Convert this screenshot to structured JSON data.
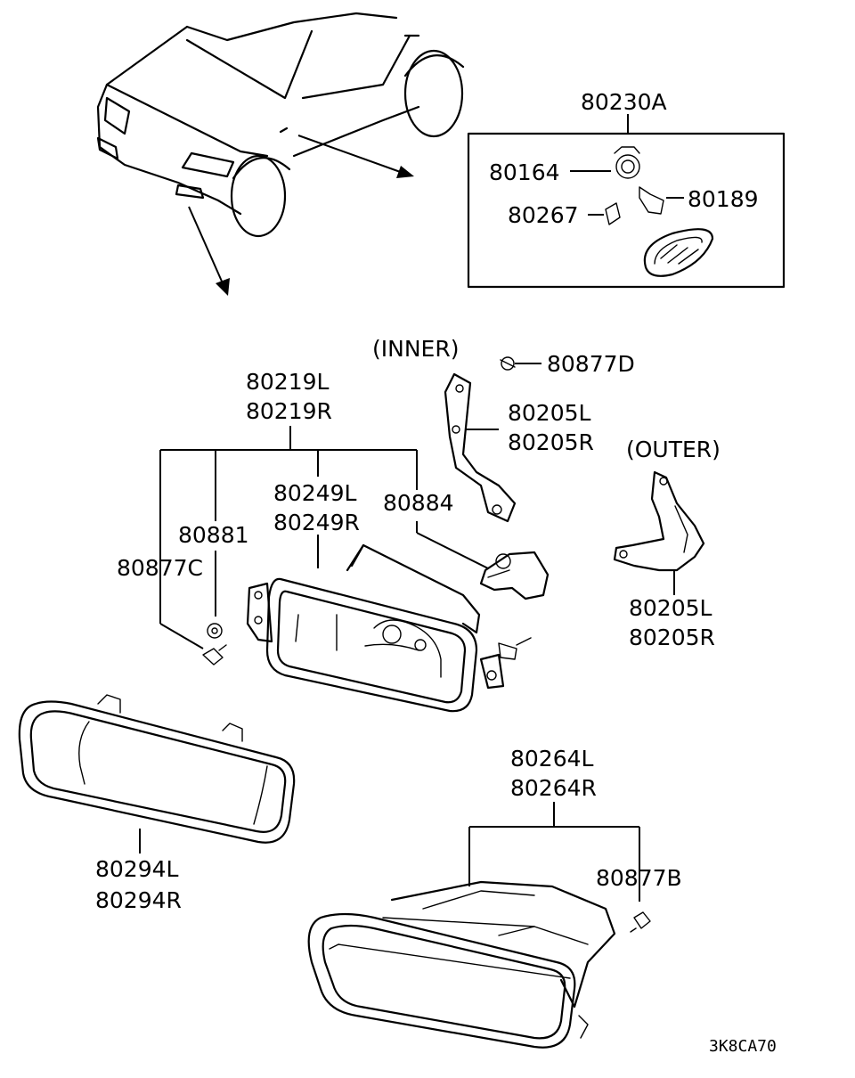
{
  "labels": {
    "p80230A": "80230A",
    "p80164": "80164",
    "p80189": "80189",
    "p80267": "80267",
    "inner": "(INNER)",
    "p80877D": "80877D",
    "p80205L_inner": "80205L",
    "p80205R_inner": "80205R",
    "outer": "(OUTER)",
    "p80205L_outer": "80205L",
    "p80205R_outer": "80205R",
    "p80219L": "80219L",
    "p80219R": "80219R",
    "p80249L": "80249L",
    "p80249R": "80249R",
    "p80884": "80884",
    "p80881": "80881",
    "p80877C": "80877C",
    "p80294L": "80294L",
    "p80294R": "80294R",
    "p80264L": "80264L",
    "p80264R": "80264R",
    "p80877B": "80877B",
    "diagram_code": "3K8CA70"
  }
}
